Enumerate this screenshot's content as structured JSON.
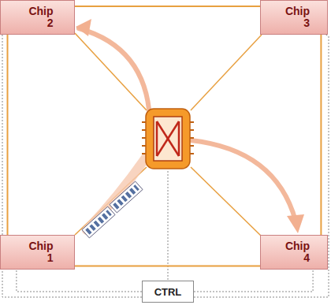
{
  "diagram": {
    "nodes": [
      {
        "text": [
          "Chip 2"
        ]
      },
      {
        "text": [
          "Chip 3"
        ]
      },
      {
        "text": [
          "Chip 1"
        ]
      },
      {
        "text": [
          "Chip 4"
        ]
      },
      {
        "text": [
          "CTRL"
        ]
      }
    ],
    "edges": [
      {
        "from": 2,
        "to": 0,
        "arrow": "none"
      },
      {
        "from": 0,
        "to": 1,
        "arrow": "none"
      },
      {
        "from": 1,
        "to": 3,
        "arrow": "none"
      },
      {
        "from": 2,
        "to": 3,
        "arrow": "none"
      },
      {
        "from": 4,
        "to": 2,
        "arrow": "none"
      },
      {
        "from": 4,
        "to": 0,
        "arrow": "none"
      },
      {
        "from": 4,
        "to": 3,
        "arrow": "none"
      },
      {
        "from": 4,
        "to": 1,
        "arrow": "none"
      }
    ]
  }
}
